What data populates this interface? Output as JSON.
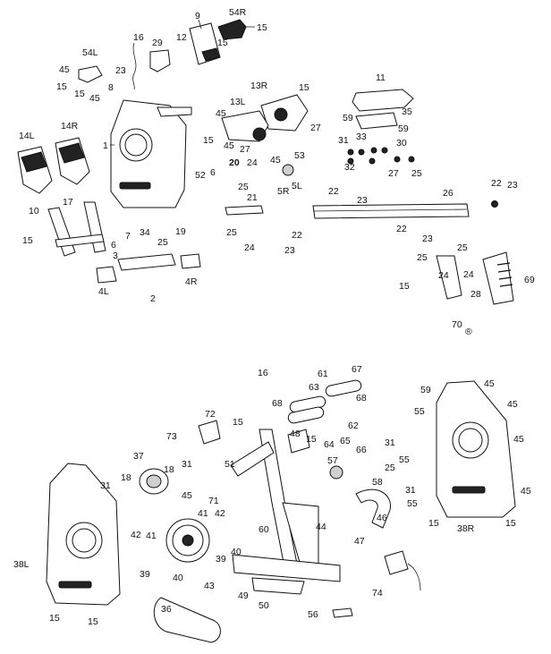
{
  "diagram": {
    "callouts_top": [
      "9",
      "54R",
      "15",
      "16",
      "29",
      "12",
      "15",
      "54L",
      "45",
      "15",
      "45",
      "23",
      "8",
      "15",
      "1",
      "14L",
      "14R",
      "13R",
      "13L",
      "45",
      "15",
      "45",
      "27",
      "15",
      "45",
      "27",
      "11",
      "59",
      "35",
      "59",
      "31",
      "33",
      "30",
      "32",
      "27",
      "25",
      "20",
      "24",
      "52",
      "6",
      "53",
      "22",
      "23",
      "26",
      "22",
      "23",
      "21",
      "25",
      "5R",
      "5L",
      "10",
      "17",
      "34",
      "25",
      "19",
      "15",
      "7",
      "6",
      "3",
      "25",
      "24",
      "22",
      "23",
      "22",
      "23",
      "4L",
      "2",
      "4R",
      "24",
      "28",
      "15",
      "25",
      "25",
      "24",
      "69",
      "70"
    ],
    "callouts_bottom": [
      "16",
      "61",
      "67",
      "63",
      "68",
      "68",
      "62",
      "72",
      "15",
      "73",
      "48",
      "15",
      "64",
      "66",
      "65",
      "31",
      "37",
      "51",
      "18",
      "18",
      "31",
      "57",
      "25",
      "58",
      "31",
      "45",
      "71",
      "41",
      "42",
      "60",
      "40",
      "39",
      "39",
      "40",
      "43",
      "44",
      "47",
      "46",
      "42",
      "41",
      "38L",
      "15",
      "15",
      "49",
      "50",
      "36",
      "56",
      "74",
      "59",
      "45",
      "55",
      "45",
      "55",
      "45",
      "55",
      "45",
      "15",
      "15",
      "38R"
    ],
    "circled_mark": "®"
  }
}
